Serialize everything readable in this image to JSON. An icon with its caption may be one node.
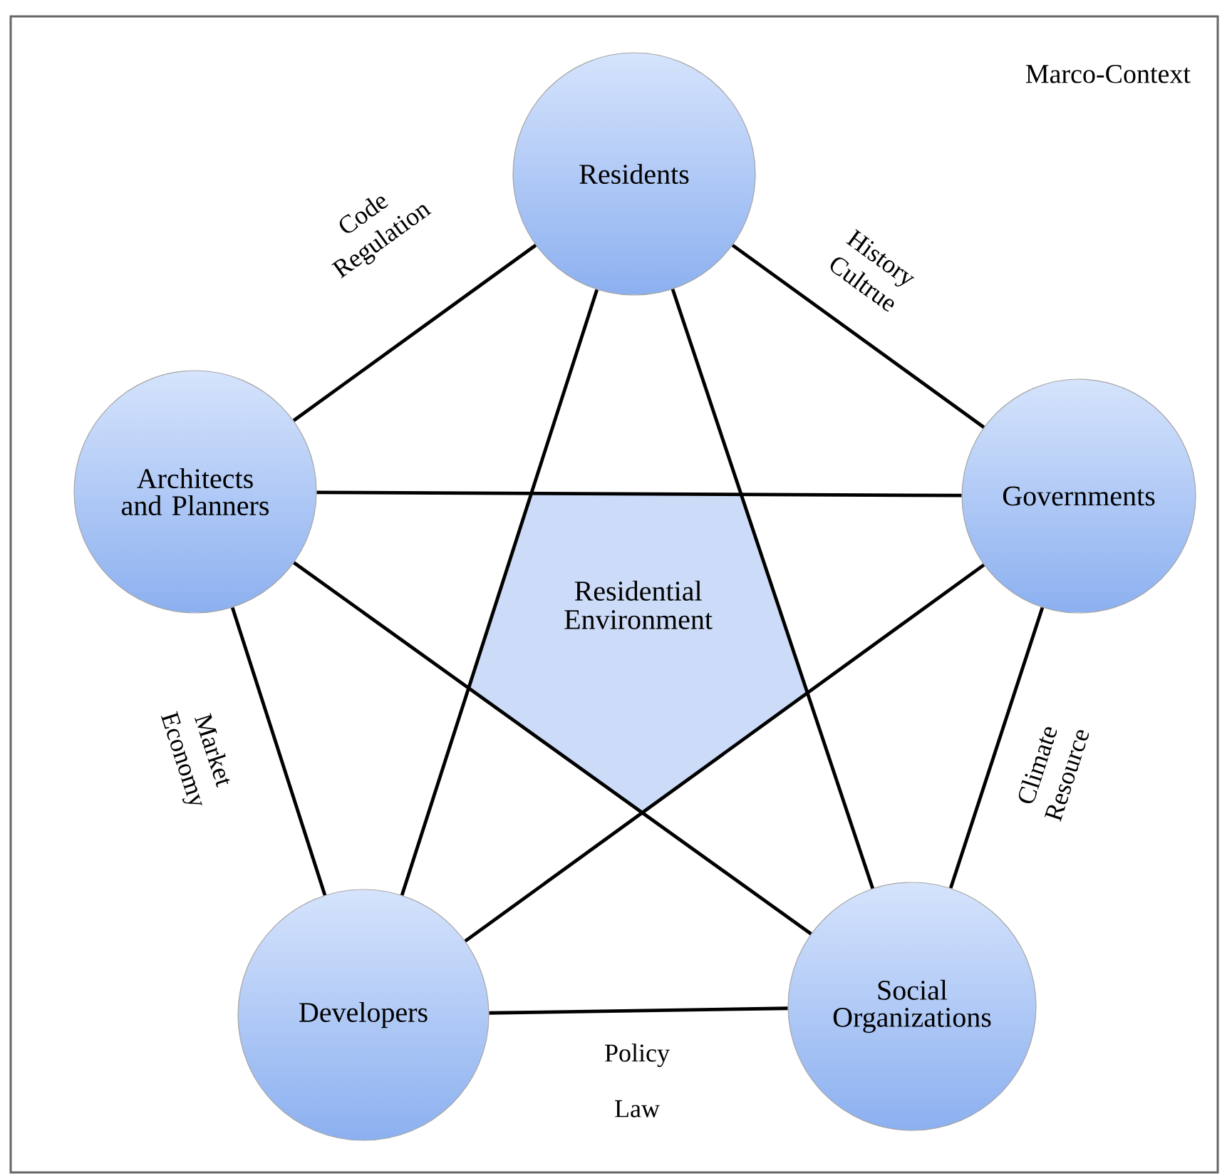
{
  "diagram": {
    "nodes": [
      {
        "text": [
          "Marco-Context"
        ]
      },
      {
        "text": [
          "Residents"
        ],
        "in": 0
      },
      {
        "text": [
          "Architects and Planners"
        ],
        "in": 0
      },
      {
        "text": [
          "Governments"
        ],
        "in": 0
      },
      {
        "text": [
          "Residential Environment"
        ],
        "in": 0
      },
      {
        "text": [
          "Developers"
        ],
        "in": 0
      },
      {
        "text": [
          "Social Organizations"
        ],
        "in": 0
      }
    ],
    "edges": [
      {
        "from": 2,
        "to": 1,
        "arrow": "none",
        "label": "Code Regulation"
      },
      {
        "from": 1,
        "to": 3,
        "arrow": "none",
        "label": "History Cultrue"
      },
      {
        "from": 2,
        "to": 5,
        "arrow": "none",
        "label": "Market Economy"
      },
      {
        "from": 3,
        "to": 6,
        "arrow": "none",
        "label": "Climate Resource"
      },
      {
        "from": 5,
        "to": 6,
        "arrow": "none",
        "label": "Policy Law"
      },
      {
        "from": 1,
        "to": 5,
        "arrow": "none"
      },
      {
        "from": 1,
        "to": 6,
        "arrow": "none"
      },
      {
        "from": 2,
        "to": 3,
        "arrow": "none"
      },
      {
        "from": 2,
        "to": 6,
        "arrow": "none"
      },
      {
        "from": 3,
        "to": 5,
        "arrow": "none"
      }
    ]
  }
}
